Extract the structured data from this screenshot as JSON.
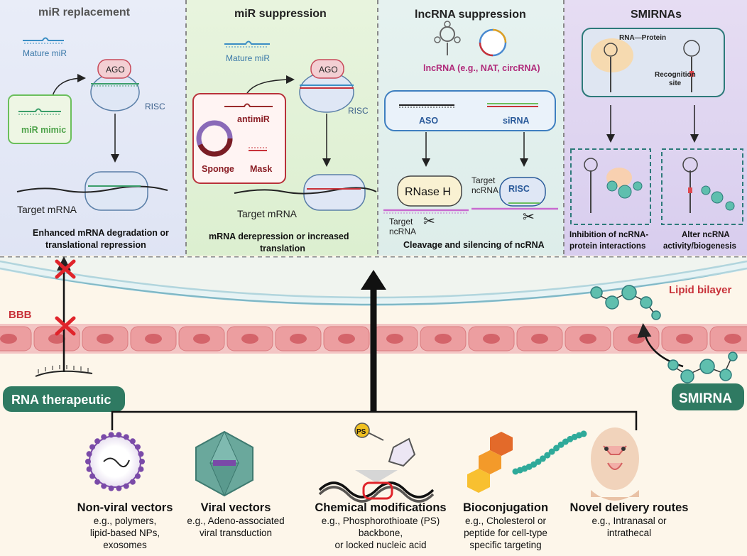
{
  "panels": {
    "replacement": {
      "title": "miR replacement",
      "mature": "Mature miR",
      "ago": "AGO",
      "risc": "RISC",
      "mimic": "miR mimic",
      "target": "Target mRNA",
      "caption": [
        "Enhanced mRNA degradation or",
        "translational repression"
      ]
    },
    "suppression": {
      "title": "miR suppression",
      "mature": "Mature miR",
      "ago": "AGO",
      "risc": "RISC",
      "antimir": "antimiR",
      "sponge": "Sponge",
      "mask": "Mask",
      "target": "Target mRNA",
      "caption": [
        "mRNA derepression or increased",
        "translation"
      ]
    },
    "lncrna": {
      "title": "lncRNA suppression",
      "lnc_label": "lncRNA (e.g., NAT, circRNA)",
      "aso": "ASO",
      "sirna": "siRNA",
      "rnaseh": "RNase H",
      "risc": "RISC",
      "target1": [
        "Target",
        "ncRNA"
      ],
      "target2": [
        "Target",
        "ncRNA"
      ],
      "caption": "Cleavage and silencing of ncRNA"
    },
    "smirna": {
      "title": "SMIRNAs",
      "rna_protein": "RNA—Protein",
      "recognition": [
        "Recognition",
        "site"
      ],
      "cap1": [
        "Inhibition of ncRNA-",
        "protein interactions"
      ],
      "cap2": [
        "Alter ncRNA",
        "activity/biogenesis"
      ]
    }
  },
  "barrier": {
    "lipid": "Lipid bilayer",
    "bbb": "BBB",
    "rna_therapeutic": "RNA therapeutic",
    "smirna": "SMIRNA"
  },
  "delivery": [
    {
      "title": "Non-viral vectors",
      "lines": [
        "e.g., polymers,",
        "lipid-based NPs,",
        "exosomes"
      ]
    },
    {
      "title": "Viral vectors",
      "lines": [
        "e.g., Adeno-associated",
        "viral transduction"
      ]
    },
    {
      "title": "Chemical modifications",
      "lines": [
        "e.g., Phosphorothioate (PS)",
        "backbone,",
        "or locked nucleic acid"
      ]
    },
    {
      "title": "Bioconjugation",
      "lines": [
        "e.g., Cholesterol or",
        "peptide for cell-type",
        "specific targeting"
      ]
    },
    {
      "title": "Novel delivery routes",
      "lines": [
        "e.g., Intranasal or",
        "intrathecal"
      ]
    }
  ],
  "ps_label": "PS",
  "colors": {
    "panel1": "#e6ebf7",
    "panel2": "#e4f2da",
    "panel3": "#e3f0ef",
    "panel4": "#e2d9f1",
    "green_badge": "#2f7a62",
    "red_x": "#e0242b",
    "membrane": "#e9999b"
  }
}
